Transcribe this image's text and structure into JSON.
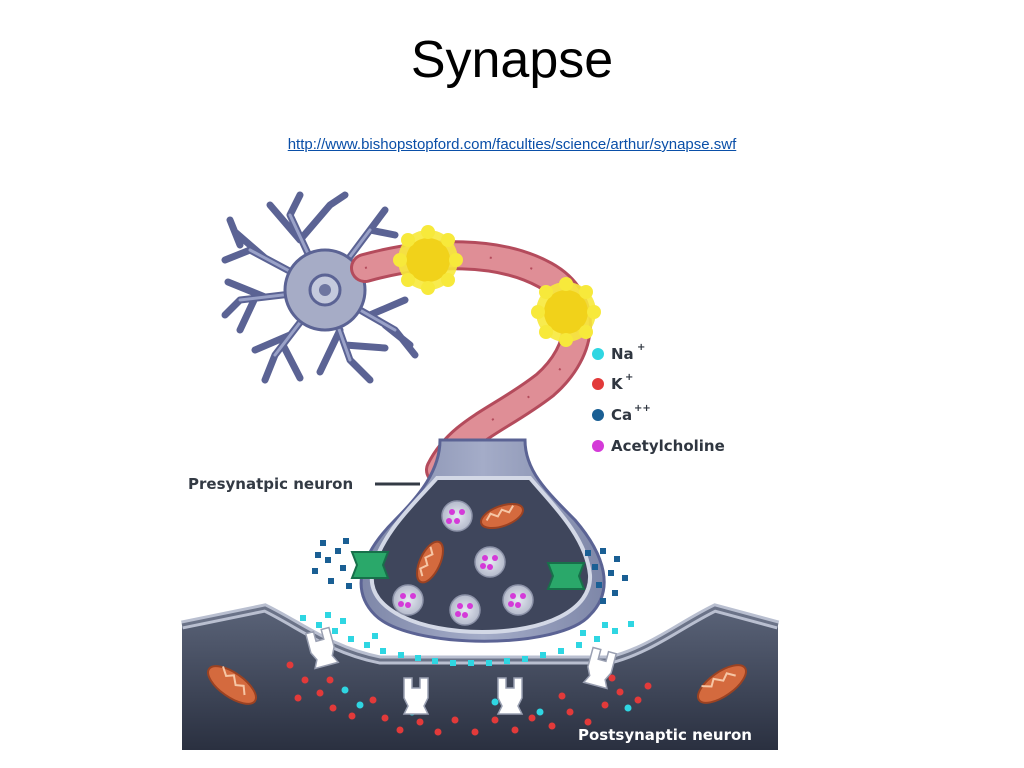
{
  "slide": {
    "title": "Synapse",
    "link": "http://www.bishopstopford.com/faculties/science/arthur/synapse.swf"
  },
  "diagram": {
    "presynaptic_label": "Presynatpic neuron",
    "postsynaptic_label": "Postsynaptic neuron",
    "legend": [
      {
        "name": "na",
        "symbol": "Na",
        "charge": "+",
        "color": "#2fd6e2"
      },
      {
        "name": "k",
        "symbol": "K",
        "charge": "+",
        "color": "#e23a3a"
      },
      {
        "name": "ca",
        "symbol": "Ca",
        "charge": "++",
        "color": "#1a5f94"
      },
      {
        "name": "ach",
        "symbol": "Acetylcholine",
        "charge": "",
        "color": "#d43ad8"
      }
    ]
  }
}
